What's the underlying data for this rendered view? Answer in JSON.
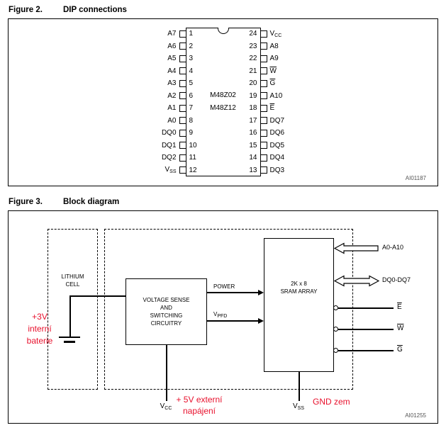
{
  "figure2": {
    "label": "Figure 2.",
    "title": "DIP connections",
    "ref": "AI01187",
    "chip_line1": "M48Z02",
    "chip_line2": "M48Z12",
    "left_pins": [
      {
        "num": "1",
        "label": "A7"
      },
      {
        "num": "2",
        "label": "A6"
      },
      {
        "num": "3",
        "label": "A5"
      },
      {
        "num": "4",
        "label": "A4"
      },
      {
        "num": "5",
        "label": "A3"
      },
      {
        "num": "6",
        "label": "A2"
      },
      {
        "num": "7",
        "label": "A1"
      },
      {
        "num": "8",
        "label": "A0"
      },
      {
        "num": "9",
        "label": "DQ0"
      },
      {
        "num": "10",
        "label": "DQ1"
      },
      {
        "num": "11",
        "label": "DQ2"
      },
      {
        "num": "12",
        "label": "V",
        "sub": "SS"
      }
    ],
    "right_pins": [
      {
        "num": "24",
        "label": "V",
        "sub": "CC"
      },
      {
        "num": "23",
        "label": "A8"
      },
      {
        "num": "22",
        "label": "A9"
      },
      {
        "num": "21",
        "label": "W",
        "overline": true
      },
      {
        "num": "20",
        "label": "G",
        "overline": true
      },
      {
        "num": "19",
        "label": "A10"
      },
      {
        "num": "18",
        "label": "E",
        "overline": true
      },
      {
        "num": "17",
        "label": "DQ7"
      },
      {
        "num": "16",
        "label": "DQ6"
      },
      {
        "num": "15",
        "label": "DQ5"
      },
      {
        "num": "14",
        "label": "DQ4"
      },
      {
        "num": "13",
        "label": "DQ3"
      }
    ]
  },
  "figure3": {
    "label": "Figure 3.",
    "title": "Block diagram",
    "ref": "AI01255",
    "lithium_cell": [
      "LITHIUM",
      "CELL"
    ],
    "voltage_box": [
      "VOLTAGE SENSE",
      "AND",
      "SWITCHING",
      "CIRCUITRY"
    ],
    "sram_box": [
      "2K x 8",
      "SRAM ARRAY"
    ],
    "signals": {
      "power": "POWER",
      "vpfd": {
        "label": "V",
        "sub": "PFD"
      },
      "address": "A0-A10",
      "data": "DQ0-DQ7",
      "e": {
        "label": "E",
        "overline": true
      },
      "w": {
        "label": "W",
        "overline": true
      },
      "g": {
        "label": "G",
        "overline": true
      },
      "vcc": {
        "label": "V",
        "sub": "CC"
      },
      "vss": {
        "label": "V",
        "sub": "SS"
      }
    },
    "annotations": {
      "color": "#e8112d",
      "battery": [
        "+3V",
        "interní",
        "baterie"
      ],
      "external": [
        "+ 5V externí",
        "napájení"
      ],
      "ground": "GND zem"
    }
  }
}
